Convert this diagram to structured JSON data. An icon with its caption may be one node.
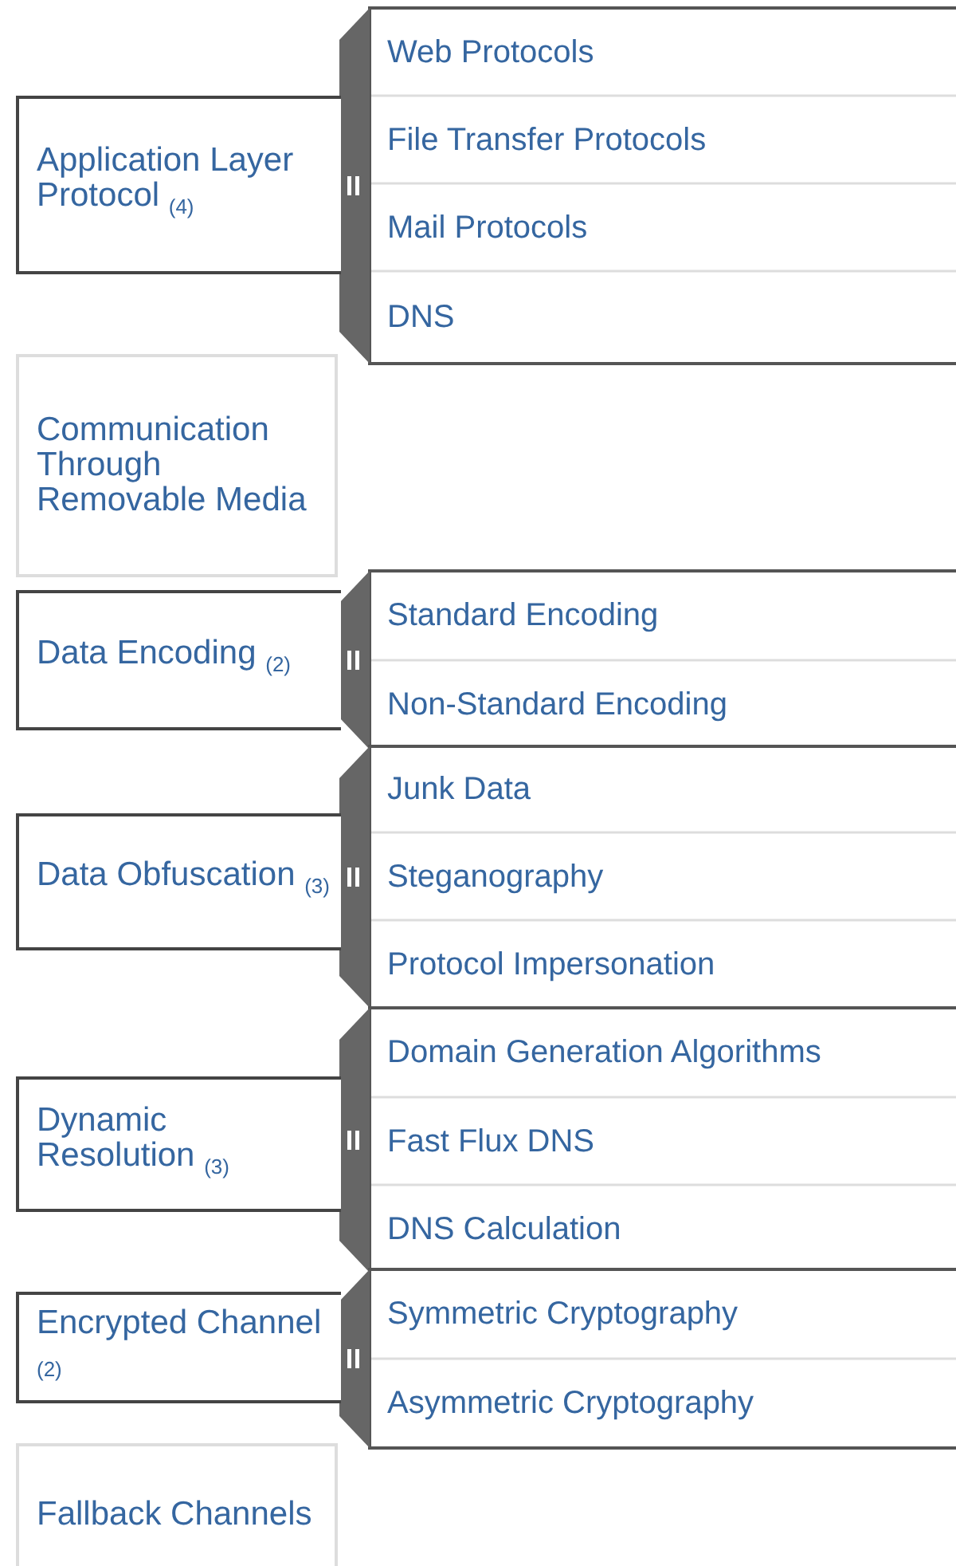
{
  "diagram": {
    "nodes": [
      {
        "text": [
          "Application Layer Protocol $_{(4)}$"
        ]
      },
      {
        "text": [
          "Web Protocols"
        ]
      },
      {
        "text": [
          "File Transfer Protocols"
        ]
      },
      {
        "text": [
          "Mail Protocols"
        ]
      },
      {
        "text": [
          "DNS"
        ]
      },
      {
        "text": [
          "Communication Through Removable Media"
        ]
      },
      {
        "text": [
          "Data Encoding $_{(2)}$"
        ]
      },
      {
        "text": [
          "Standard Encoding"
        ]
      },
      {
        "text": [
          "Non-Standard Encoding"
        ]
      },
      {
        "text": [
          "Data Obfuscation $_{(3)}$"
        ]
      },
      {
        "text": [
          "Junk Data"
        ]
      },
      {
        "text": [
          "Steganography"
        ]
      },
      {
        "text": [
          "Protocol Impersonation"
        ]
      },
      {
        "text": [
          "Dynamic Resolution $_{(3)}$"
        ]
      },
      {
        "text": [
          "Domain Generation Algorithms"
        ]
      },
      {
        "text": [
          "Fast Flux DNS"
        ]
      },
      {
        "text": [
          "DNS Calculation"
        ]
      },
      {
        "text": [
          "Encrypted Channel $_{(2)}$"
        ]
      },
      {
        "text": [
          "Symmetric Cryptography"
        ]
      },
      {
        "text": [
          "Asymmetric Cryptography"
        ]
      },
      {
        "text": [
          "Fallback Channels"
        ]
      }
    ]
  }
}
